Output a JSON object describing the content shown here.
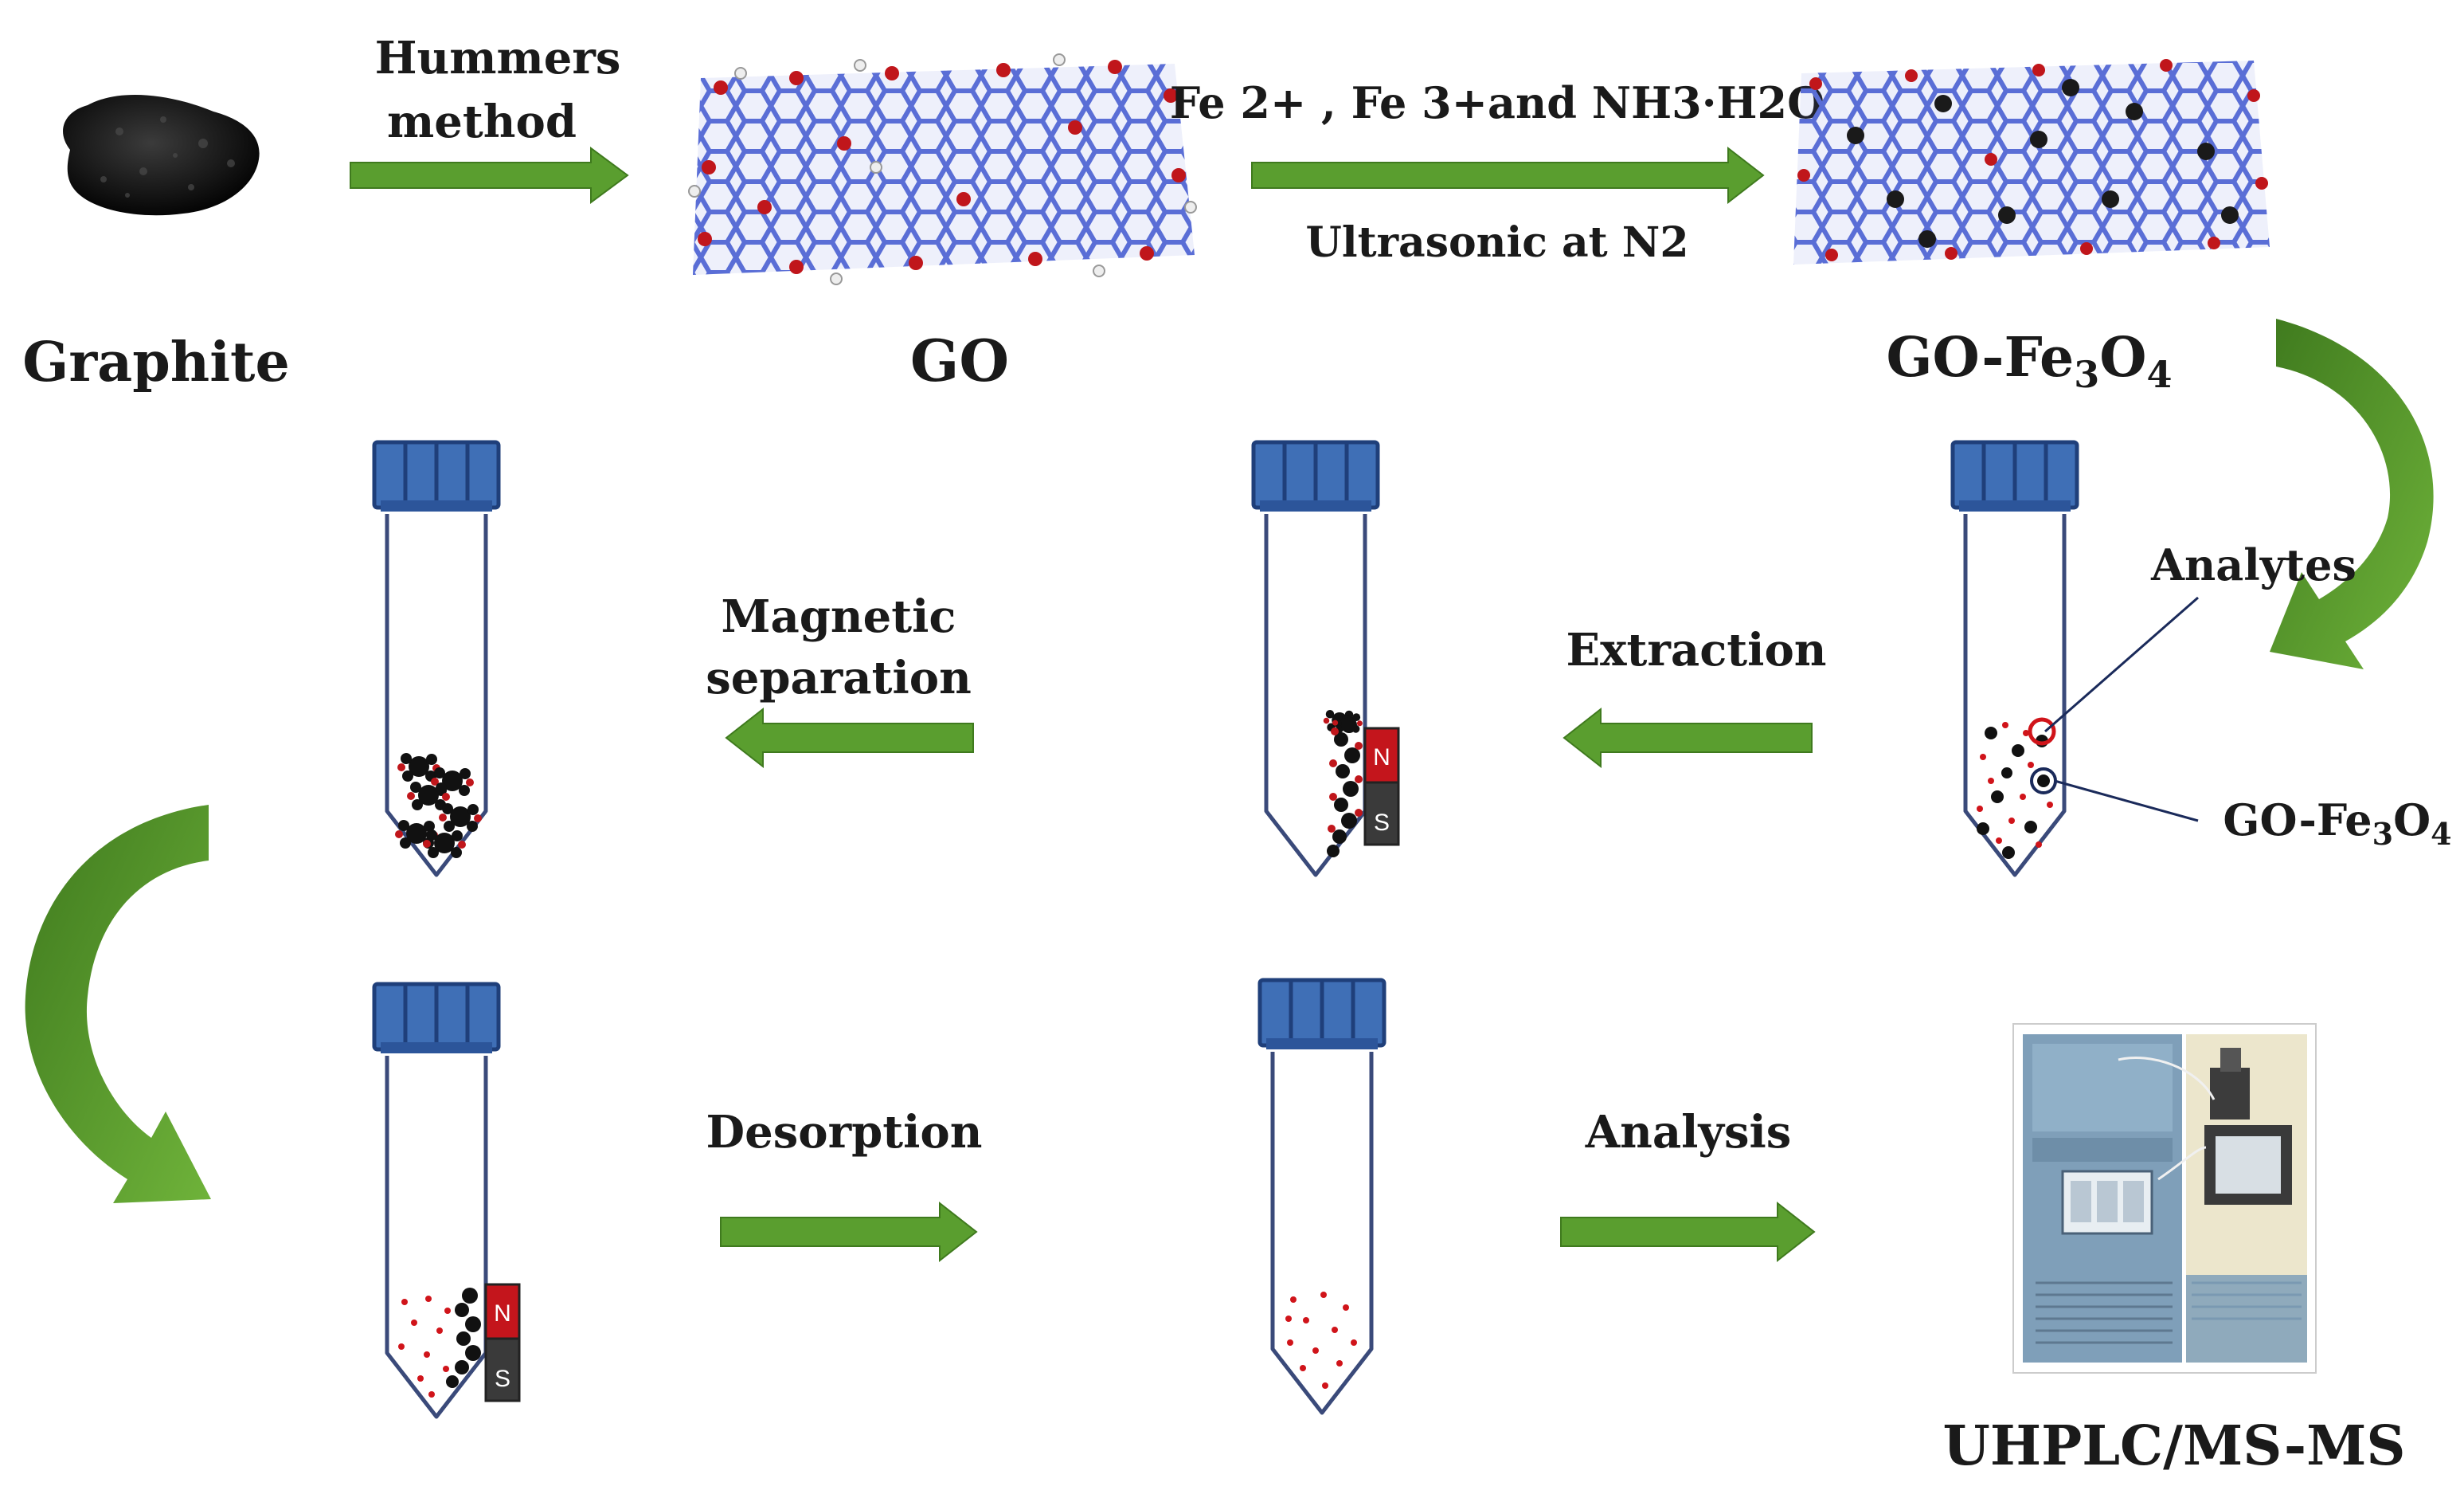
{
  "labels": {
    "graphite": "Graphite",
    "go": "GO",
    "go_fe3o4_main": "GO-Fe3O4",
    "uhplc": "UHPLC/MS-MS"
  },
  "steps": {
    "hummers_line1": "Hummers",
    "hummers_line2": "method",
    "reagents": "Fe 2+ , Fe 3+and NH3·H2O",
    "ultrasonic": "Ultrasonic at N2",
    "magnetic_line1": "Magnetic",
    "magnetic_line2": "separation",
    "extraction": "Extraction",
    "desorption": "Desorption",
    "analysis": "Analysis"
  },
  "callouts": {
    "analytes": "Analytes",
    "go_fe3o4": "GO-Fe3O4"
  },
  "magnet": {
    "north": "N",
    "south": "S"
  },
  "colors": {
    "arrow_green": "#5a9e2f",
    "arrow_green_dark": "#3f7a1e",
    "lattice_blue": "#5b6fd6",
    "oxygen_red": "#c0161b",
    "hydrogen_white": "#e8e8e8",
    "cap_blue": "#3f6fb6",
    "solution_blue": "#d7e6f7",
    "eluent_yellow": "#f7dd9c",
    "analyte_red": "#d0141a",
    "nanoparticle_black": "#111111",
    "magnet_red": "#c4151c",
    "magnet_gray": "#3a3a3a"
  }
}
